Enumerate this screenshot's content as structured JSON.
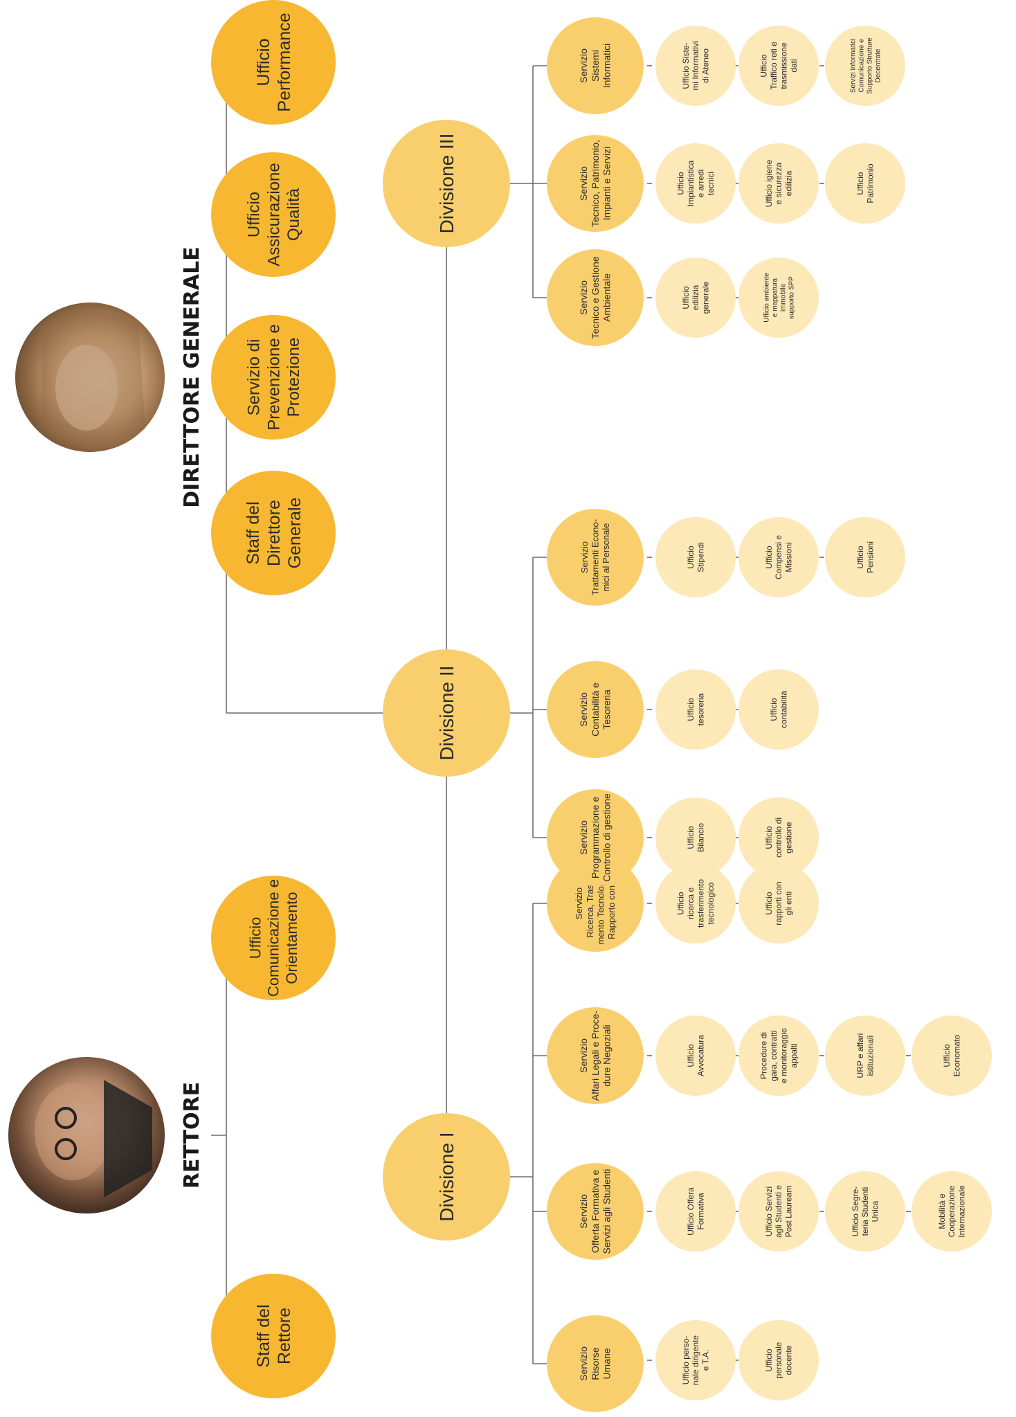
{
  "heads": {
    "rector": "RETTORE",
    "director": "DIRETTORE GENERALE"
  },
  "photos": {
    "rector": "rector-photo",
    "director": "director-photo"
  },
  "colors": {
    "dark": "#f7b731",
    "mid": "#f9cf6e",
    "light": "#fde8b8",
    "line": "#6d6d6d"
  },
  "nodes": {
    "staff_rettore": "Staff del\nRettore",
    "uff_comunicazione": "Ufficio\nComunicazione e\nOrientamento",
    "staff_dg": "Staff del\nDirettore\nGenerale",
    "spp": "Servizio di\nPrevenzione e\nProtezione",
    "assicurazione_qualita": "Ufficio\nAssicurazione\nQualità",
    "performance": "Ufficio\nPerformance",
    "div1": "Divisione I",
    "div2": "Divisione II",
    "div3": "Divisione III",
    "s_ru": "Servizio\nRisorse\nUmane",
    "s_offerta": "Servizio\nOfferta Formativa e\nServizi agli Studenti",
    "s_legali": "Servizio\nAffari Legali e Proce-\ndure Negoziali",
    "s_ricerca": "Servizio\nRicerca, Trasferi-\nmento Tecnologico e\nRapporto con Enti",
    "u_personale_dir": "Ufficio perso-\nnale dirigente\ne T.A.",
    "u_personale_doc": "Ufficio\npersonale\ndocente",
    "u_offerta": "Ufficio Offera\nFormativa",
    "u_servizi_stud": "Ufficio Servizi\nagli Studenti e\nPost Lauream",
    "u_segreteria": "Ufficio Segre-\nteria Studenti\nUnica",
    "u_mobilita": "Mobilità e\nCooperazione\nInternazionale",
    "u_avvocatura": "Ufficio\nAvvocatura",
    "u_procedure": "Procedure di\ngara, contratti\ne monitoraggio\nappalti",
    "u_urp": "URP e affari\nistituzionali",
    "u_economato": "Ufficio\nEconomato",
    "u_ricerca": "Ufficio\nricerca e\ntrasferimento\ntecnologico",
    "u_rapporti": "Ufficio\nrapporti con\ngli enti",
    "s_programmazione": "Servizio\nProgrammazione e\nControllo di gestione",
    "s_contabilita": "Servizio\nContabilità e\nTesoreria",
    "s_trattamenti": "Servizio\nTrattamenti Econo-\nmici al Personale",
    "u_bilancio": "Ufficio\nBilancio",
    "u_controllo": "Ufficio\ncontrollo di\ngestione",
    "u_tesoreria": "Ufficio\ntesoreria",
    "u_contabilita": "Ufficio\ncontabilità",
    "u_stipendi": "Ufficio\nStipendi",
    "u_compensi": "Ufficio\nCompensi e\nMissioni",
    "u_pensioni": "Ufficio\nPensioni",
    "s_tecnico": "Servizio\nTecnico e Gestione\nAmbientale",
    "s_patrimonio": "Servizio\nTecnico, Patrimonio,\nImpianti e Servizi",
    "s_sistemi": "Servizio\nSistemi\nInformatici",
    "u_edilizia": "Ufficio\nedilizia\ngenerale",
    "u_ambiente": "Ufficio ambiente\ne mappatura\nimmobile\nsupporto SPP",
    "u_impiantistica": "Ufficio\nImpiantistica\ne arredi\ntecnici",
    "u_igiene": "Ufficio igiene\ne sicurezza\nedilizia",
    "u_patrimonio": "Ufficio\nPatrimonio",
    "u_sistemi_ateneo": "Ufficio Siste-\nmi Informativi\ndi Ateneo",
    "u_traffico": "Ufficio\nTraffico reti e\ntrasmissione\ndati",
    "u_servizi_info": "Servizi informatici\nComunicazione e\nSupporto Strutture\nDecentrate"
  }
}
